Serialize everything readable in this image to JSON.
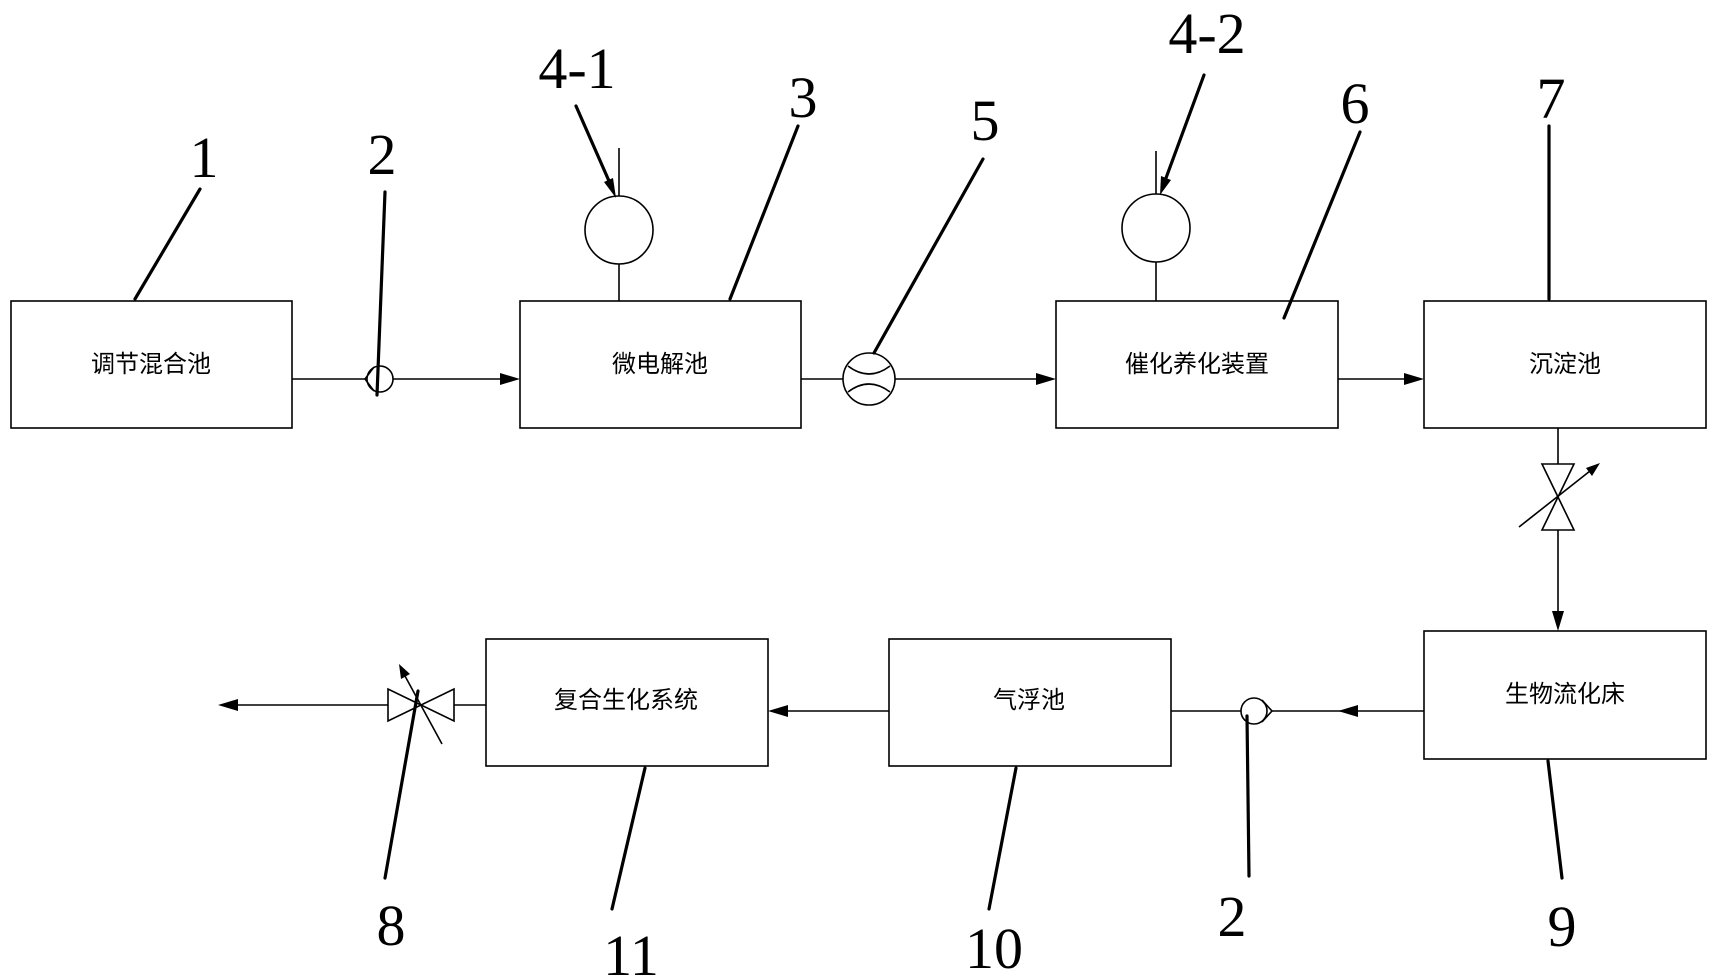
{
  "units": {
    "mixing_tank": "调节混合池",
    "micro_electrolysis_tank": "微电解池",
    "catalytic_oxidation_device": "催化养化装置",
    "sedimentation_tank": "沉淀池",
    "fluidized_bed": "生物流化床",
    "air_flotation_tank": "气浮池",
    "composite_biochemical_system": "复合生化系统"
  },
  "reference_numerals": {
    "mixing_tank": "1",
    "check_valve_top": "2",
    "micro_electrolysis_tank": "3",
    "dosing_pump_1": "4-1",
    "dosing_pump_2": "4-2",
    "flow_meter": "5",
    "catalytic_oxidation_device": "6",
    "sedimentation_tank": "7",
    "regulating_valve_outlet": "8",
    "fluidized_bed": "9",
    "air_flotation_tank": "10",
    "composite_biochemical_system": "11",
    "check_valve_bottom": "2"
  },
  "colors": {
    "line": "#000000",
    "background": "#ffffff"
  }
}
